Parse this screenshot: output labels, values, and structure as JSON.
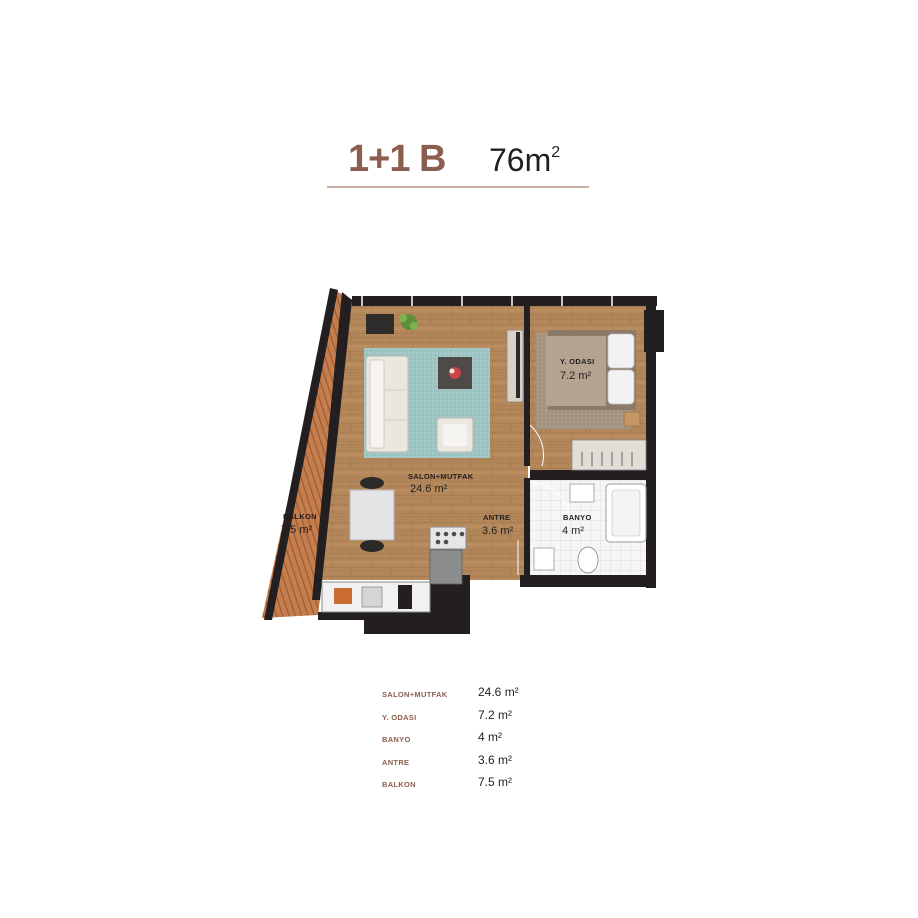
{
  "header": {
    "unit_type": "1+1 B",
    "area_value": "76m",
    "area_unit_sup": "2"
  },
  "rooms": {
    "salon": {
      "label": "SALON+MUTFAK",
      "area": "24.6 m²"
    },
    "yatak": {
      "label": "Y. ODASI",
      "area": "7.2 m²"
    },
    "antre": {
      "label": "ANTRE",
      "area": "3.6 m²"
    },
    "banyo": {
      "label": "BANYO",
      "area": "4 m²"
    },
    "balkon": {
      "label": "BALKON",
      "area": "7.5 m²"
    }
  },
  "legend": [
    {
      "name": "SALON+MUTFAK",
      "value": "24.6 m²"
    },
    {
      "name": "Y. ODASI",
      "value": "7.2 m²"
    },
    {
      "name": "BANYO",
      "value": "4 m²"
    },
    {
      "name": "ANTRE",
      "value": "3.6 m²"
    },
    {
      "name": "BALKON",
      "value": "7.5 m²"
    }
  ],
  "colors": {
    "brand": "#8c5e4f",
    "wall": "#231f20",
    "floor_wood": "#b3875a",
    "deck": "#c57e4e",
    "rug": "#9ec3c2",
    "bed_rug": "#a59686",
    "bath_tile": "#f4f4f4"
  }
}
